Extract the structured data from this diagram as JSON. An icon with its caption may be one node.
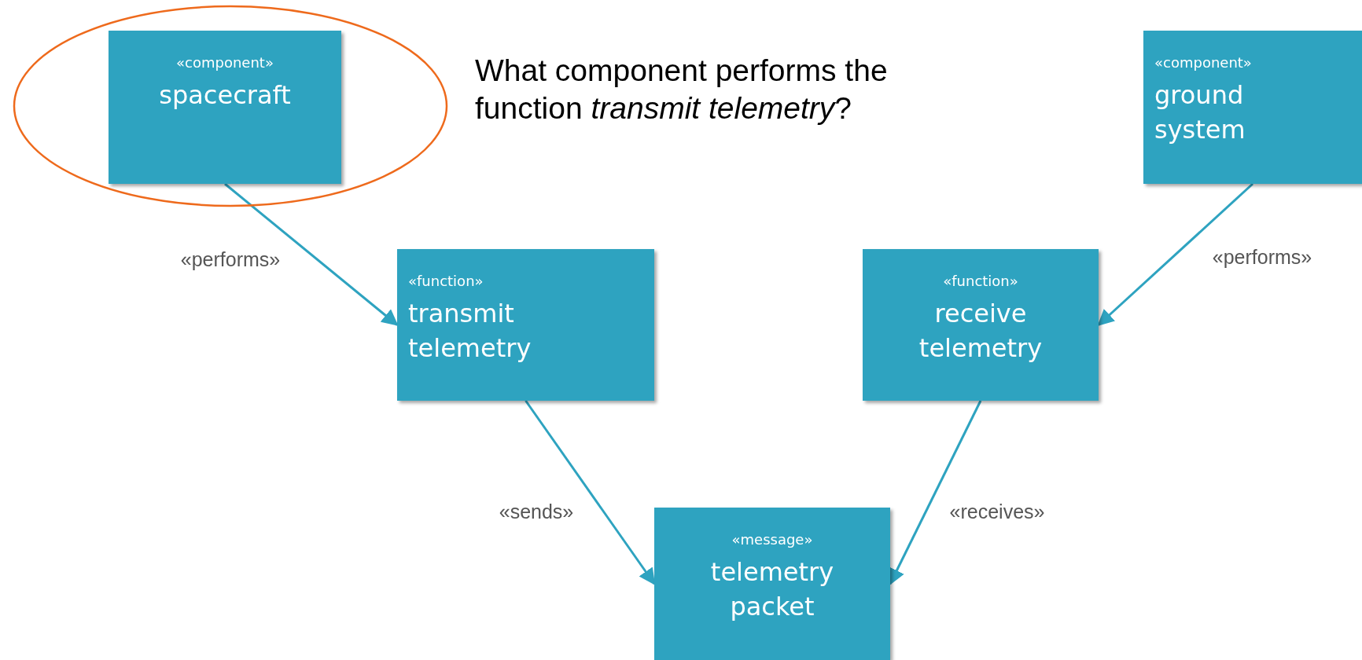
{
  "diagram": {
    "nodes": [
      {
        "text": [
          "«component»",
          "spacecraft"
        ]
      },
      {
        "text": [
          "«component»",
          "ground system"
        ]
      },
      {
        "text": [
          "«function»",
          "transmit telemetry"
        ]
      },
      {
        "text": [
          "«function»",
          "receive telemetry"
        ]
      },
      {
        "text": [
          "«message»",
          "telemetry packet"
        ]
      }
    ],
    "edges": [
      {
        "from": 0,
        "to": 2,
        "arrow": "to",
        "label": "«performs»"
      },
      {
        "from": 1,
        "to": 3,
        "arrow": "to",
        "label": "«performs»"
      },
      {
        "from": 2,
        "to": 4,
        "arrow": "to",
        "label": "«sends»"
      },
      {
        "from": 3,
        "to": 4,
        "arrow": "to",
        "label": "«receives»"
      }
    ],
    "labels": [
      "What component performs the function *transmit telemetry*?"
    ]
  }
}
